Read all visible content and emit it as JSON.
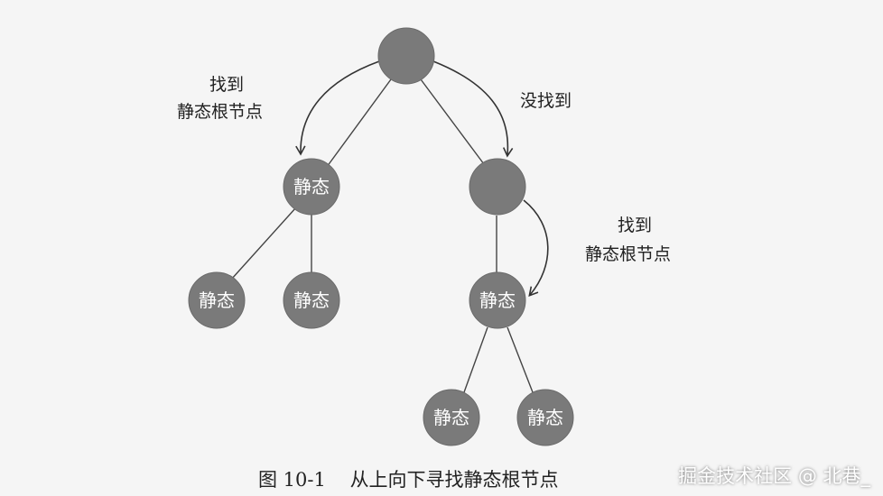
{
  "diagram": {
    "annotations": {
      "left_found_line1": "找到",
      "left_found_line2": "静态根节点",
      "not_found": "没找到",
      "right_found_line1": "找到",
      "right_found_line2": "静态根节点"
    },
    "node_label": "静态",
    "colors": {
      "node_fill": "#7a7a7a",
      "line": "#444444",
      "background": "#f5f5f5"
    }
  },
  "caption": {
    "figure_number": "图 10-1",
    "title": "从上向下寻找静态根节点"
  },
  "watermark": "掘金技术社区 @ 北巷_"
}
